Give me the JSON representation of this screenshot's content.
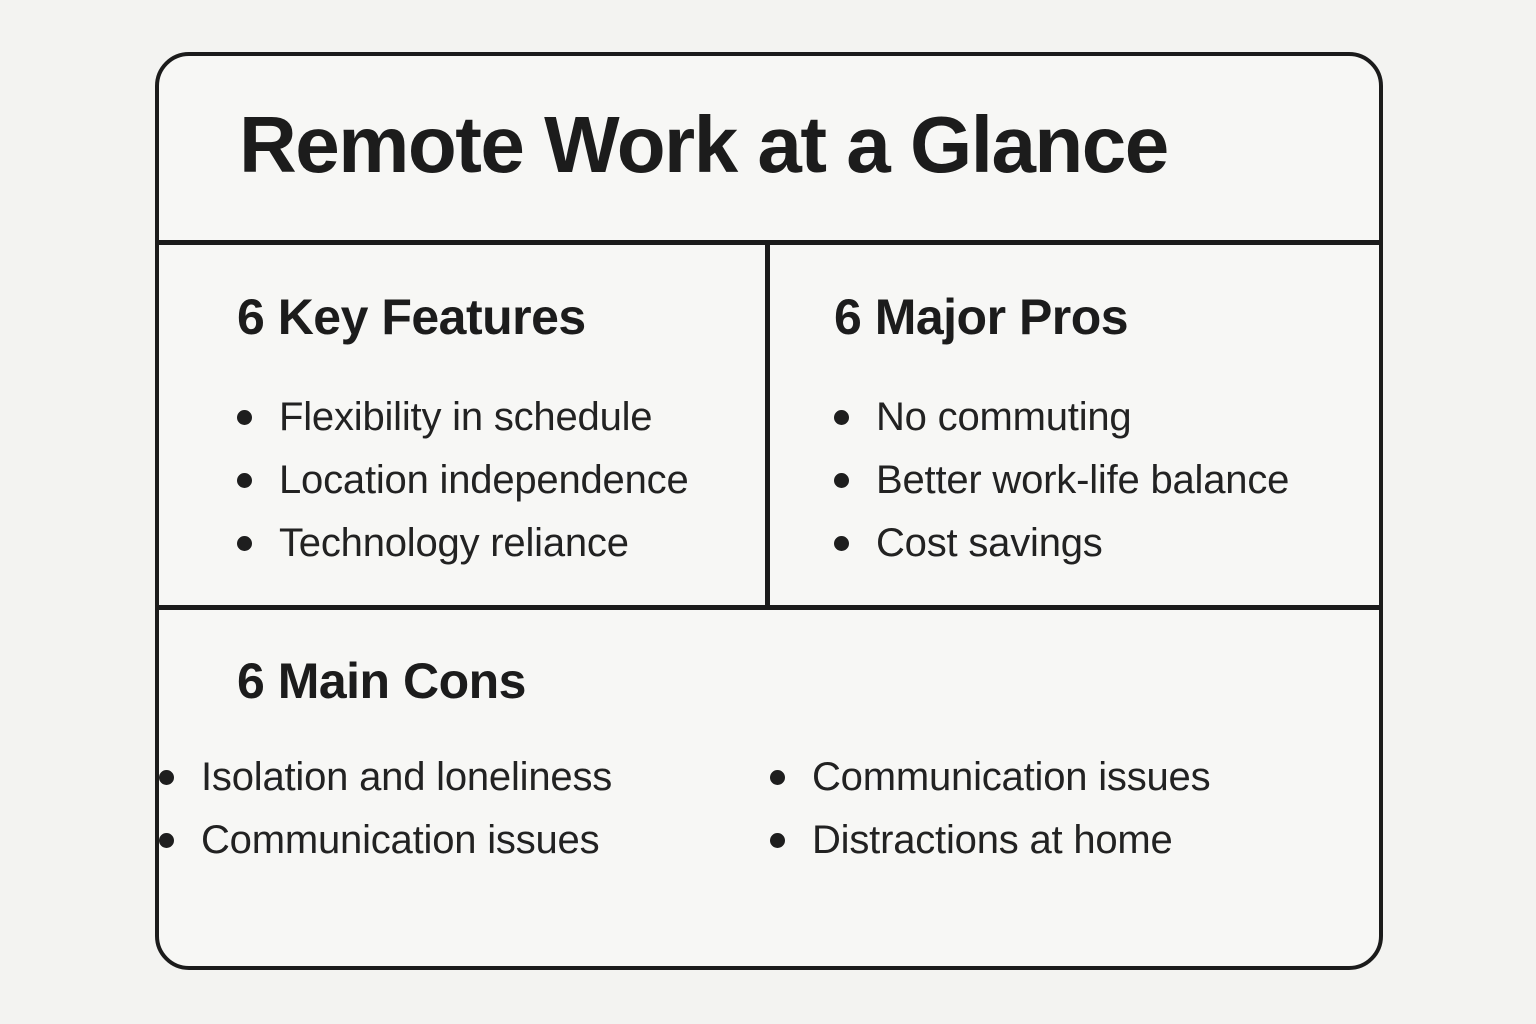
{
  "page": {
    "background_color": "#f3f3f1",
    "card_background_color": "#f7f7f5",
    "border_color": "#1b1b1b",
    "text_color": "#1e1e1e"
  },
  "title": "Remote Work at a Glance",
  "sections": {
    "features": {
      "heading": "6 Key Features",
      "items": [
        "Flexibility in schedule",
        "Location independence",
        "Technology reliance"
      ]
    },
    "pros": {
      "heading": "6 Major Pros",
      "items": [
        "No commuting",
        "Better work-life balance",
        "Cost savings"
      ]
    },
    "cons": {
      "heading": "6 Main Cons",
      "items_left": [
        "Isolation and loneliness",
        "Communication issues"
      ],
      "items_right": [
        "Communication issues",
        "Distractions at home"
      ]
    }
  }
}
